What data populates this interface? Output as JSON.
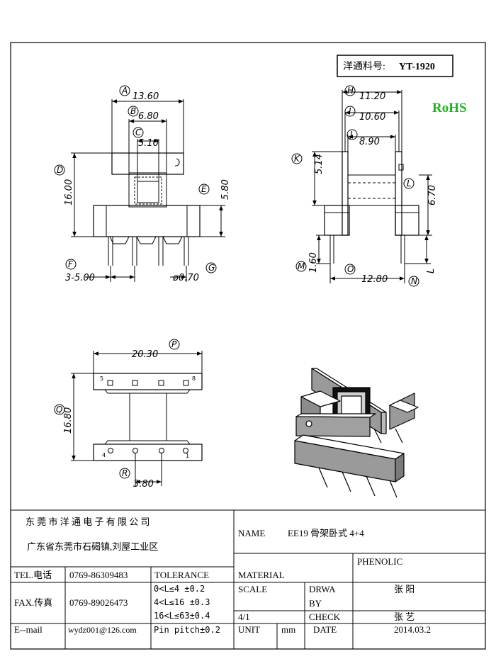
{
  "header": {
    "part_no_label": "洋通料号:",
    "part_no_value": "YT-1920",
    "rohs": "RoHS"
  },
  "front_view": {
    "dim_a": "13.60",
    "dim_b": "6.80",
    "dim_c": "5.10",
    "dim_d": "16.00",
    "dim_e": "5.80",
    "dim_f": "3-5.00",
    "dim_g": "ø0.70",
    "callouts": [
      "A",
      "B",
      "C",
      "D",
      "E",
      "F",
      "G"
    ]
  },
  "side_view": {
    "dim_h": "11.20",
    "dim_i": "10.60",
    "dim_j": "8.90",
    "dim_k": "5.14",
    "dim_l": "6.70",
    "dim_m": "1.60",
    "dim_o": "12.80",
    "dim_n": "L",
    "callouts": [
      "H",
      "I",
      "J",
      "K",
      "L",
      "M",
      "N",
      "O"
    ]
  },
  "bottom_view": {
    "dim_p": "20.30",
    "dim_q": "16.80",
    "dim_r": "3.80",
    "pin_labels": [
      "5",
      "8",
      "4",
      "1"
    ],
    "callouts": [
      "P",
      "Q",
      "R"
    ]
  },
  "title_block": {
    "company": "东 莞 市 洋 通 电 子 有 限 公 司",
    "address": "广东省东莞市石碣镇,刘屋工业区",
    "name_label": "NAME",
    "name_value": "EE19 骨架卧式 4+4",
    "material_value": "PHENOLIC",
    "tel_label": "TEL.电话",
    "tel_value": "0769-86309483",
    "fax_label": "FAX.传真",
    "fax_value": "0769-89026473",
    "email_label": "E--mail",
    "email_value": "wydz001@126.com",
    "tolerance_label": "TOLERANCE",
    "tolerance_lines": [
      "0<L≤4  ±0.2",
      "4<L≤16  ±0.3",
      "16<L≤63±0.4",
      "Pin pitch±0.2"
    ],
    "material_label": "MATERIAL",
    "scale_label": "SCALE",
    "scale_value": "4/1",
    "drawn_label_1": "DRWA",
    "drawn_label_2": "BY",
    "drawn_value": "张  阳",
    "check_label": "CHECK",
    "check_value": "张  艺",
    "unit_label": "UNIT",
    "unit_value": "mm",
    "date_label": "DATE",
    "date_value": "2014.03.2"
  }
}
